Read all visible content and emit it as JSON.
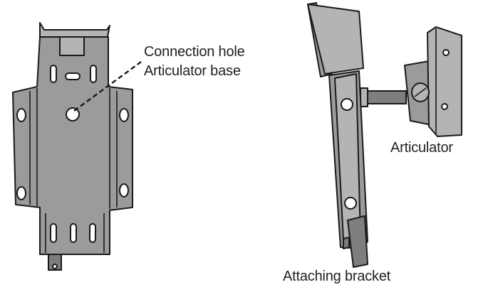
{
  "labels": {
    "connection_hole": "Connection hole",
    "articulator_base": "Articulator base",
    "articulator": "Articulator",
    "attaching_bracket": "Attaching bracket"
  },
  "colors": {
    "metal": "#9a9b9d",
    "metal_light": "#b3b4b6",
    "metal_dark": "#7d7e80",
    "outline": "#1a1a1a"
  }
}
